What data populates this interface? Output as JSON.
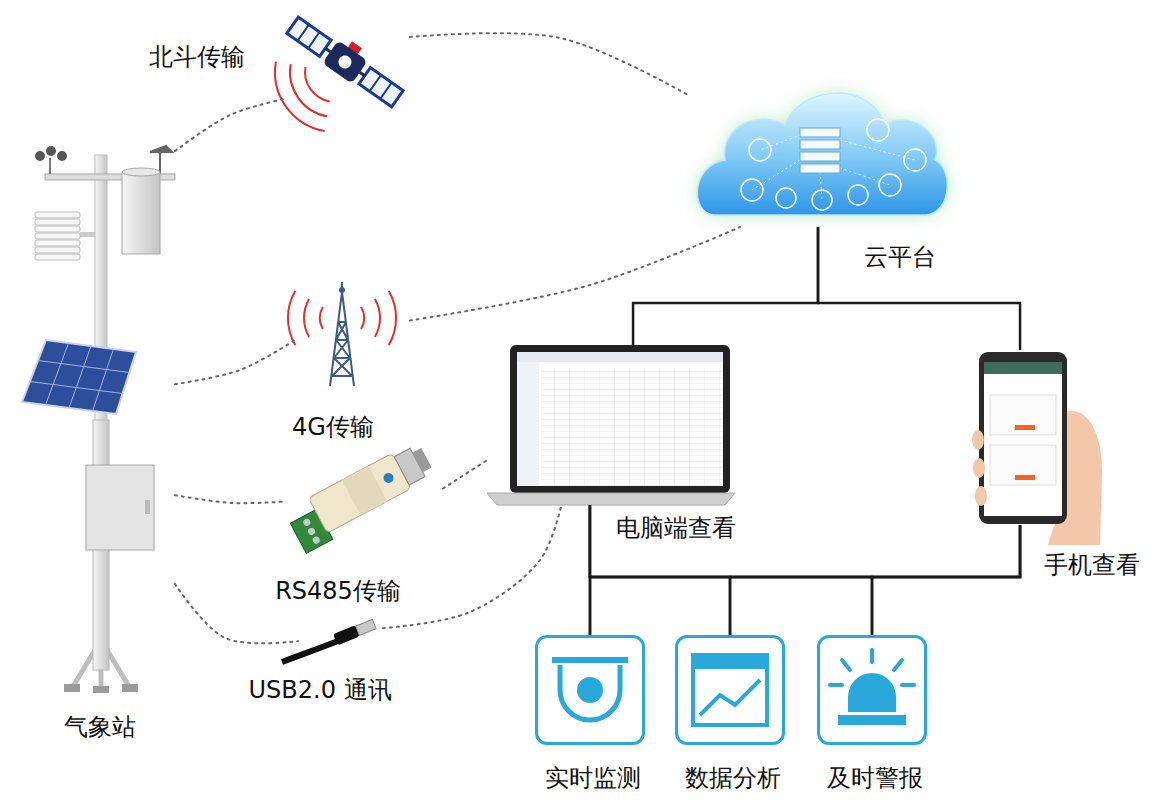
{
  "diagram": {
    "nodes": [
      {
        "text": [
          "北斗传输"
        ]
      },
      {
        "text": [
          "云平台"
        ]
      },
      {
        "text": [
          "气象站"
        ]
      },
      {
        "text": [
          "4G传输"
        ]
      },
      {
        "text": [
          "RS485传输"
        ]
      },
      {
        "text": [
          "电脑端查看"
        ]
      },
      {
        "text": [
          "手机查看"
        ]
      },
      {
        "text": [
          "USB2.0 通讯"
        ]
      },
      {
        "text": [
          "实时监测"
        ]
      },
      {
        "text": [
          "数据分析"
        ]
      },
      {
        "text": [
          "及时警报"
        ]
      }
    ],
    "edges": [
      {
        "from": 2,
        "to": 0,
        "arrow": "none"
      },
      {
        "from": 0,
        "to": 1,
        "arrow": "none"
      },
      {
        "from": 2,
        "to": 3,
        "arrow": "none"
      },
      {
        "from": 3,
        "to": 1,
        "arrow": "none"
      },
      {
        "from": 2,
        "to": 4,
        "arrow": "none"
      },
      {
        "from": 4,
        "to": 5,
        "arrow": "none"
      },
      {
        "from": 2,
        "to": 7,
        "arrow": "none"
      },
      {
        "from": 7,
        "to": 5,
        "arrow": "none"
      },
      {
        "from": 1,
        "to": 5,
        "arrow": "none"
      },
      {
        "from": 1,
        "to": 6,
        "arrow": "none"
      },
      {
        "from": 5,
        "to": 8,
        "arrow": "none"
      },
      {
        "from": 5,
        "to": 9,
        "arrow": "none"
      },
      {
        "from": 5,
        "to": 10,
        "arrow": "none"
      },
      {
        "from": 6,
        "to": 8,
        "arrow": "none"
      },
      {
        "from": 6,
        "to": 9,
        "arrow": "none"
      },
      {
        "from": 6,
        "to": 10,
        "arrow": "none"
      }
    ]
  }
}
